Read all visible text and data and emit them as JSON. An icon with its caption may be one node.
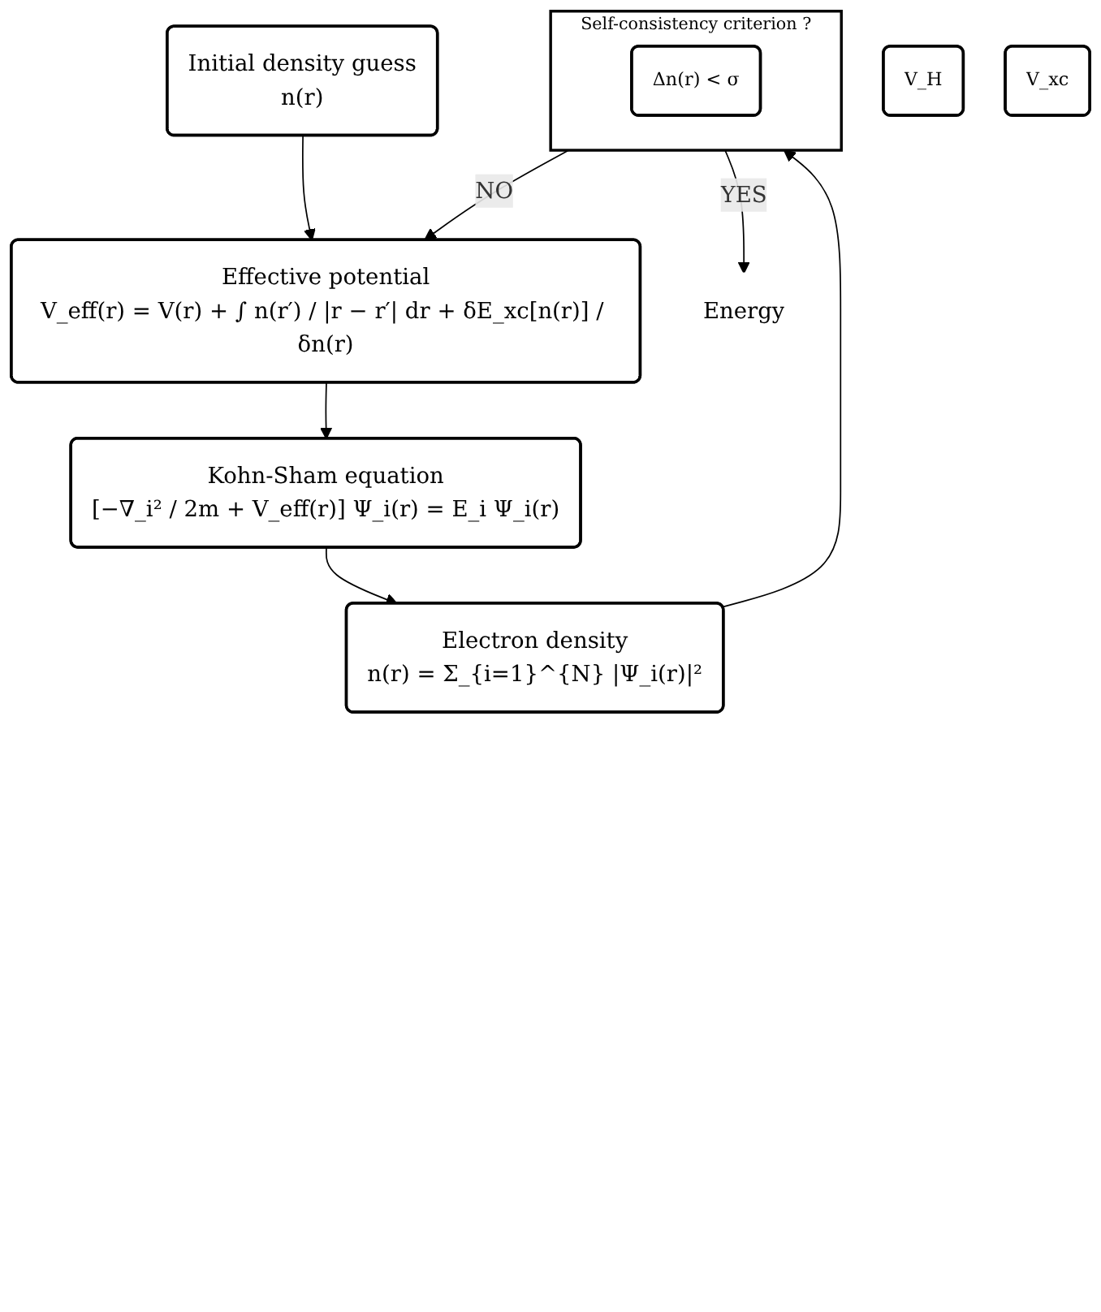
{
  "diagram": {
    "nodes": [
      {
        "text": [
          "Initial density guess",
          "n(r)"
        ]
      },
      {
        "text": [
          "Effective potential",
          "V_eff(r) = V(r) + ∫ n(r′) / |r − r′| dr + δE_xc[n(r)] / δn(r)"
        ]
      },
      {
        "text": [
          "V_H"
        ]
      },
      {
        "text": [
          "V_xc"
        ]
      },
      {
        "text": [
          "Kohn-Sham equation",
          "[−∇_i² / 2m + V_eff(r)] Ψ_i(r) = E_i Ψ_i(r)"
        ]
      },
      {
        "text": [
          "Electron density",
          "n(r) = Σ_{i=1}^{N} |Ψ_i(r)|²"
        ]
      },
      {
        "text": [
          "Self-consistency criterion ?"
        ]
      },
      {
        "text": [
          "Δn(r) < σ"
        ],
        "in": 6
      },
      {
        "text": [
          "Energy"
        ]
      }
    ],
    "edges": [
      {
        "from": 0,
        "to": 1,
        "arrow": "to"
      },
      {
        "from": 1,
        "to": 4,
        "arrow": "to"
      },
      {
        "from": 4,
        "to": 5,
        "arrow": "to"
      },
      {
        "from": 5,
        "to": 6,
        "arrow": "to"
      },
      {
        "from": 6,
        "to": 1,
        "arrow": "to",
        "label": "NO"
      },
      {
        "from": 6,
        "to": 8,
        "arrow": "to",
        "label": "YES"
      }
    ]
  }
}
